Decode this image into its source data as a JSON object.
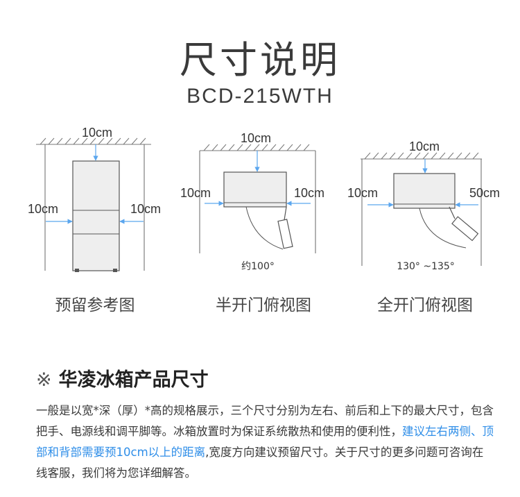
{
  "header": {
    "title": "尺寸说明",
    "model": "BCD-215WTH"
  },
  "diagram_front": {
    "top_gap": "10cm",
    "left_gap": "10cm",
    "right_gap": "10cm",
    "caption": "预留参考图"
  },
  "diagram_half": {
    "top_gap": "10cm",
    "left_gap": "10cm",
    "right_gap": "10cm",
    "angle": "约100°",
    "caption": "半开门俯视图"
  },
  "diagram_full": {
    "top_gap": "10cm",
    "left_gap": "10cm",
    "right_gap": "50cm",
    "angle": "130° ~135°",
    "caption": "全开门俯视图"
  },
  "section": {
    "mark": "※",
    "title": "华凌冰箱产品尺寸",
    "text_1": "一般是以宽*深（厚）*高的规格展示，三个尺寸分别为左右、前后和上下的最大尺寸，包含把手、电源线和调平脚等。冰箱放置时为保证系统散热和使用的便利性，",
    "text_highlight": "建议左右两侧、顶部和背部需要预10cm以上的距离",
    "text_2": ",宽度方向建议预留尺寸。关于尺寸的更多问题可咨询在线客服，我们将为您详细解答。"
  },
  "colors": {
    "accent": "#2f8ee8",
    "line": "#555555"
  }
}
